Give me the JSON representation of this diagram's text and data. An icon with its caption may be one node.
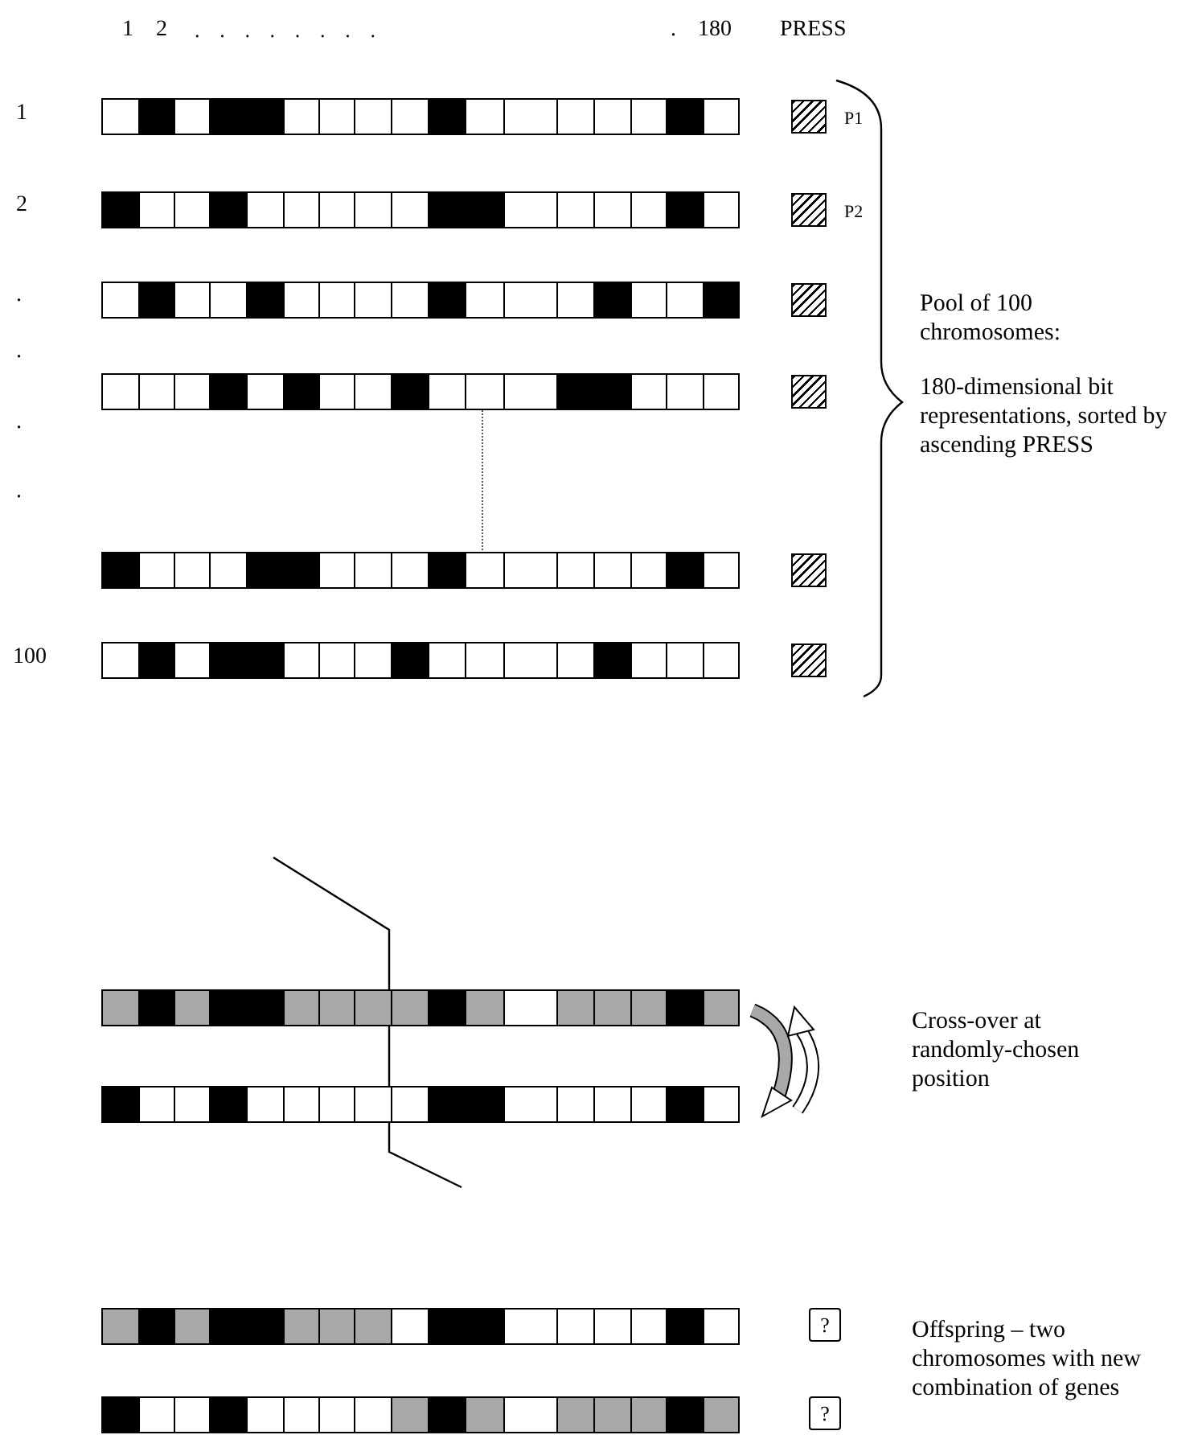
{
  "diagram": {
    "nodes": [
      {
        "text": [],
        "shape": "bar"
      },
      {
        "text": [],
        "shape": "box",
        "beside": [
          "P1"
        ]
      },
      {
        "text": [],
        "shape": "bar"
      },
      {
        "text": [],
        "shape": "box",
        "beside": [
          "P2"
        ]
      },
      {
        "text": [],
        "shape": "bar"
      },
      {
        "text": [],
        "shape": "box"
      },
      {
        "text": [],
        "shape": "bar"
      },
      {
        "text": [],
        "shape": "box"
      },
      {
        "text": [],
        "shape": "bar"
      },
      {
        "text": [],
        "shape": "box"
      },
      {
        "text": [],
        "shape": "bar"
      },
      {
        "text": [],
        "shape": "box"
      },
      {
        "text": [],
        "shape": "bar"
      },
      {
        "text": [],
        "shape": "bar"
      },
      {
        "text": [],
        "shape": "bar"
      },
      {
        "text": [
          "?"
        ]
      },
      {
        "text": [],
        "shape": "bar"
      },
      {
        "text": [
          "?"
        ]
      }
    ],
    "edges": [
      {
        "from": 6,
        "to": 8,
        "arrow": "none",
        "style": "dashed"
      }
    ],
    "labels": [
      "1",
      "2",
      ". . . . . . . .",
      ".",
      "180",
      "PRESS",
      "1",
      "2",
      ".",
      ".",
      ".",
      ".",
      "100",
      "Pool of 100 chromosomes:",
      "180-dimensional bit representations, sorted by ascending PRESS",
      "Cross-over at randomly-chosen position",
      "Offspring – two chromosomes with new combination of genes"
    ]
  }
}
